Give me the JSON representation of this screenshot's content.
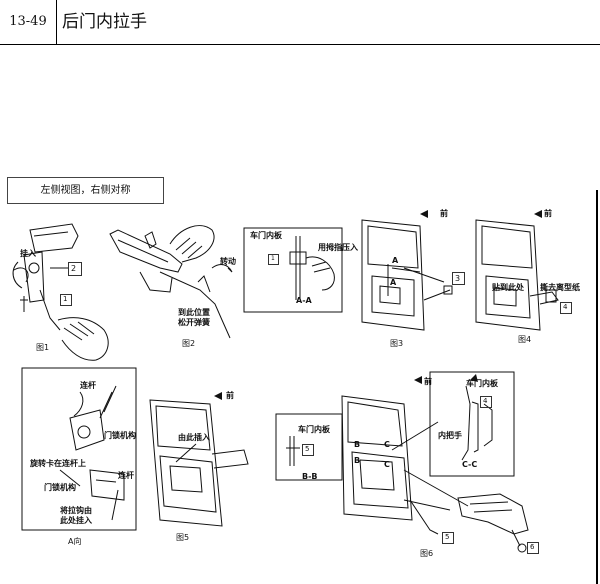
{
  "header": {
    "page_number": "13-49",
    "title": "后门内拉手"
  },
  "note": "左侧视图，右侧对称",
  "fig1": {
    "caption": "图1",
    "label_insert": "挂入",
    "callout_2": "2",
    "callout_1": "1"
  },
  "fig2": {
    "caption": "图2",
    "label_rotate": "转动",
    "label_release": "到此位置\n松开弹簧"
  },
  "fig3": {
    "caption": "图3",
    "label_panel": "车门内板",
    "label_press": "用拇指压入",
    "label_section": "A-A",
    "label_a1": "A",
    "label_a2": "A",
    "label_front": "前",
    "callout_1": "1",
    "callout_3": "3"
  },
  "fig4": {
    "caption": "图4",
    "label_front": "前",
    "label_stick": "贴到此处",
    "label_tear": "撕去离型纸",
    "callout_4": "4"
  },
  "fig5": {
    "caption": "图5",
    "view": "A向",
    "label_rod": "连杆",
    "label_lock": "门锁机构",
    "label_clip": "旋转卡在连杆上",
    "label_rod2": "连杆",
    "label_lock2": "门锁机构",
    "label_hook": "将拉钩由\n此处挂入",
    "label_insert": "由此插入",
    "label_front": "前"
  },
  "fig6": {
    "caption": "图6",
    "label_panel": "车门内板",
    "label_section_bb": "B-B",
    "label_panel2": "车门内板",
    "label_handle": "内把手",
    "label_section_cc": "C-C",
    "label_front": "前",
    "label_b1": "B",
    "label_b2": "B",
    "label_c1": "C",
    "label_c2": "C",
    "callout_5a": "5",
    "callout_4": "4",
    "callout_5b": "5",
    "callout_6": "6"
  }
}
